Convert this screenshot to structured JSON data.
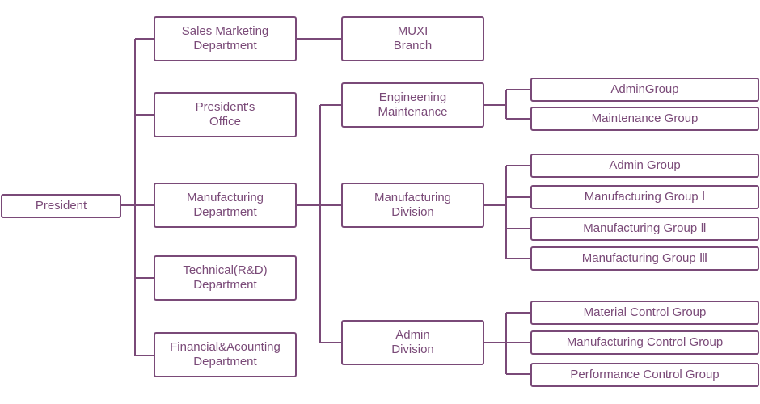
{
  "colors": {
    "primary": "#7a4a78",
    "background": "#ffffff"
  },
  "org": {
    "president": "President",
    "departments": {
      "sales": "Sales Marketing\nDepartment",
      "branch": "MUXI\nBranch",
      "presidents_office": "President's\nOffice",
      "manufacturing": "Manufacturing\nDepartment",
      "technical": "Technical(R&D)\nDepartment",
      "financial": "Financial&Acounting\nDepartment"
    },
    "divisions": {
      "engineering": "Engineening\nMaintenance",
      "manufacturing": "Manufacturing\nDivision",
      "admin": "Admin\nDivision"
    },
    "groups": {
      "eng_admin": "AdminGroup",
      "eng_maintenance": "Maintenance Group",
      "mfg_admin": "Admin Group",
      "mfg_group_1": "Manufacturing Group Ⅰ",
      "mfg_group_2": "Manufacturing Group Ⅱ",
      "mfg_group_3": "Manufacturing Group Ⅲ",
      "material_control": "Material Control Group",
      "manufacturing_control": "Manufacturing Control Group",
      "performance_control": "Performance Control Group"
    }
  }
}
